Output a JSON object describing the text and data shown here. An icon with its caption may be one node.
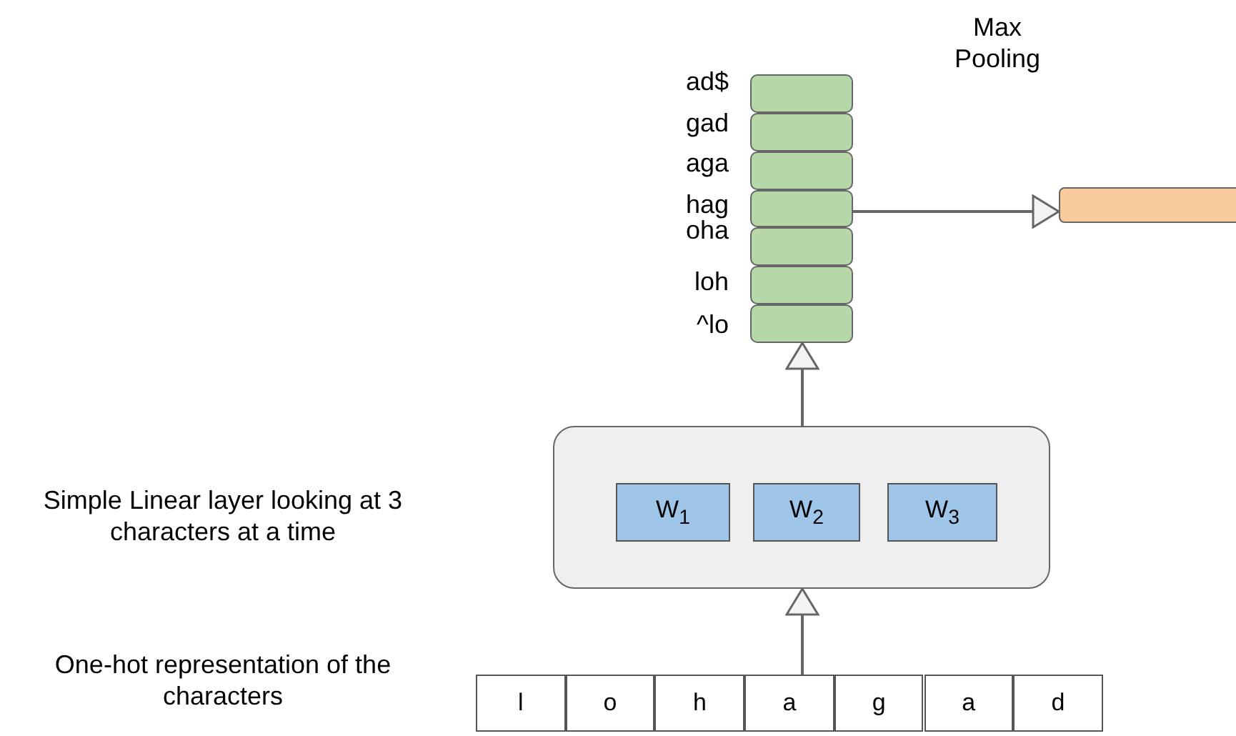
{
  "diagram": {
    "nodes": [
      {
        "text": [],
        "shape": "box"
      },
      {
        "text": [],
        "shape": "box",
        "in": 0,
        "beside": [
          "ad$"
        ]
      },
      {
        "text": [],
        "shape": "box",
        "in": 0,
        "beside": [
          "gad"
        ]
      },
      {
        "text": [],
        "shape": "box",
        "in": 0,
        "beside": [
          "aga"
        ]
      },
      {
        "text": [],
        "shape": "box",
        "in": 0,
        "beside": [
          "hag"
        ]
      },
      {
        "text": [],
        "shape": "box",
        "in": 0,
        "beside": [
          "oha"
        ]
      },
      {
        "text": [],
        "shape": "box",
        "in": 0,
        "beside": [
          "loh"
        ]
      },
      {
        "text": [],
        "shape": "box",
        "in": 0,
        "beside": [
          "^lo"
        ]
      },
      {
        "text": [],
        "shape": "bar"
      },
      {
        "text": [],
        "shape": "box"
      },
      {
        "text": [
          "W$_{1}$"
        ],
        "in": 9
      },
      {
        "text": [
          "W$_{2}$"
        ],
        "in": 9
      },
      {
        "text": [
          "W$_{3}$"
        ],
        "in": 9
      },
      {
        "text": [],
        "shape": "box"
      },
      {
        "text": [
          "l"
        ],
        "in": 13
      },
      {
        "text": [
          "o"
        ],
        "in": 13
      },
      {
        "text": [
          "h"
        ],
        "in": 13
      },
      {
        "text": [
          "a"
        ],
        "in": 13
      },
      {
        "text": [
          "g"
        ],
        "in": 13
      },
      {
        "text": [
          "a"
        ],
        "in": 13
      },
      {
        "text": [
          "d"
        ],
        "in": 13
      }
    ],
    "edges": [
      {
        "from": 13,
        "to": 9,
        "arrow": "to"
      },
      {
        "from": 9,
        "to": 0,
        "arrow": "to"
      },
      {
        "from": 0,
        "to": 8,
        "arrow": "to"
      }
    ],
    "labels": [
      "Max Pooling",
      "Simple Linear layer looking at 3 characters at a time",
      "One-hot representation of the characters"
    ]
  }
}
